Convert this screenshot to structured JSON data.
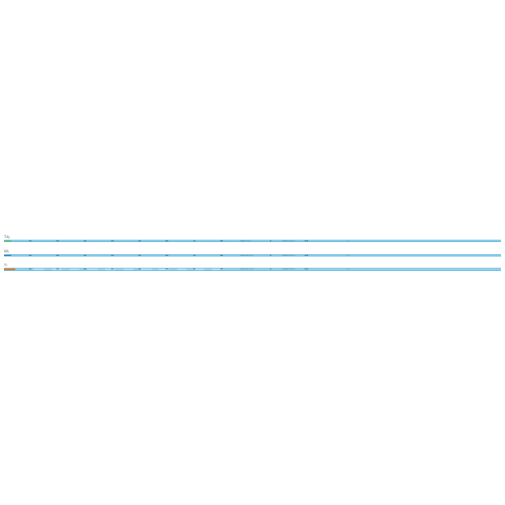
{
  "tracks": [
    {
      "label": "Tdy",
      "color": "#6bbf3a",
      "progress": 0.015,
      "thick": false,
      "segments": false,
      "marks": [
        {
          "text": "10",
          "pos": 0.05,
          "strong": true
        },
        {
          "text": "20",
          "pos": 0.105,
          "strong": true
        },
        {
          "text": "30",
          "pos": 0.16,
          "strong": true
        },
        {
          "text": "40",
          "pos": 0.215,
          "strong": true
        },
        {
          "text": "50",
          "pos": 0.27,
          "strong": true
        },
        {
          "text": "60",
          "pos": 0.325,
          "strong": true
        },
        {
          "text": "70",
          "pos": 0.38,
          "strong": true
        },
        {
          "text": "80",
          "pos": 0.435,
          "strong": true
        },
        {
          "text": "Total 1.13 L",
          "pos": 0.475,
          "strong": false
        },
        {
          "text": "8",
          "pos": 0.535,
          "strong": true
        },
        {
          "text": "Length 0.0 m",
          "pos": 0.56,
          "strong": false
        },
        {
          "text": "0/0",
          "pos": 0.605,
          "strong": true
        },
        {
          "text": "0 · ·",
          "pos": 0.69,
          "strong": false
        }
      ]
    },
    {
      "label": "Wk",
      "color": "#2f79b8",
      "progress": 0.015,
      "thick": false,
      "segments": false,
      "marks": [
        {
          "text": "10",
          "pos": 0.05,
          "strong": true
        },
        {
          "text": "20",
          "pos": 0.105,
          "strong": true
        },
        {
          "text": "30",
          "pos": 0.16,
          "strong": true
        },
        {
          "text": "40",
          "pos": 0.215,
          "strong": true
        },
        {
          "text": "50",
          "pos": 0.27,
          "strong": true
        },
        {
          "text": "60",
          "pos": 0.325,
          "strong": true
        },
        {
          "text": "70",
          "pos": 0.38,
          "strong": true
        },
        {
          "text": "80",
          "pos": 0.435,
          "strong": true
        },
        {
          "text": "Total 9.0 1.0 L",
          "pos": 0.475,
          "strong": false
        },
        {
          "text": "8",
          "pos": 0.535,
          "strong": true
        },
        {
          "text": "Length 0.0 m",
          "pos": 0.56,
          "strong": false
        },
        {
          "text": "0/0",
          "pos": 0.605,
          "strong": true
        },
        {
          "text": "0 · ·",
          "pos": 0.69,
          "strong": false
        }
      ]
    },
    {
      "label": "Yr",
      "color": "#e0782a",
      "progress": 0.023,
      "thick": true,
      "segments": true,
      "marks": [
        {
          "text": "10",
          "pos": 0.05,
          "strong": true
        },
        {
          "text": "20",
          "pos": 0.105,
          "strong": true
        },
        {
          "text": "30",
          "pos": 0.16,
          "strong": true
        },
        {
          "text": "40",
          "pos": 0.215,
          "strong": true
        },
        {
          "text": "50",
          "pos": 0.27,
          "strong": true
        },
        {
          "text": "60",
          "pos": 0.325,
          "strong": true
        },
        {
          "text": "70",
          "pos": 0.38,
          "strong": true
        },
        {
          "text": "80",
          "pos": 0.435,
          "strong": true
        },
        {
          "text": "Total 9.0 1.0 L",
          "pos": 0.475,
          "strong": false
        },
        {
          "text": "8",
          "pos": 0.535,
          "strong": true
        },
        {
          "text": "Length 0.0 m",
          "pos": 0.56,
          "strong": false
        },
        {
          "text": "0/0",
          "pos": 0.605,
          "strong": true
        },
        {
          "text": "0 · ·",
          "pos": 0.69,
          "strong": false
        }
      ]
    }
  ]
}
